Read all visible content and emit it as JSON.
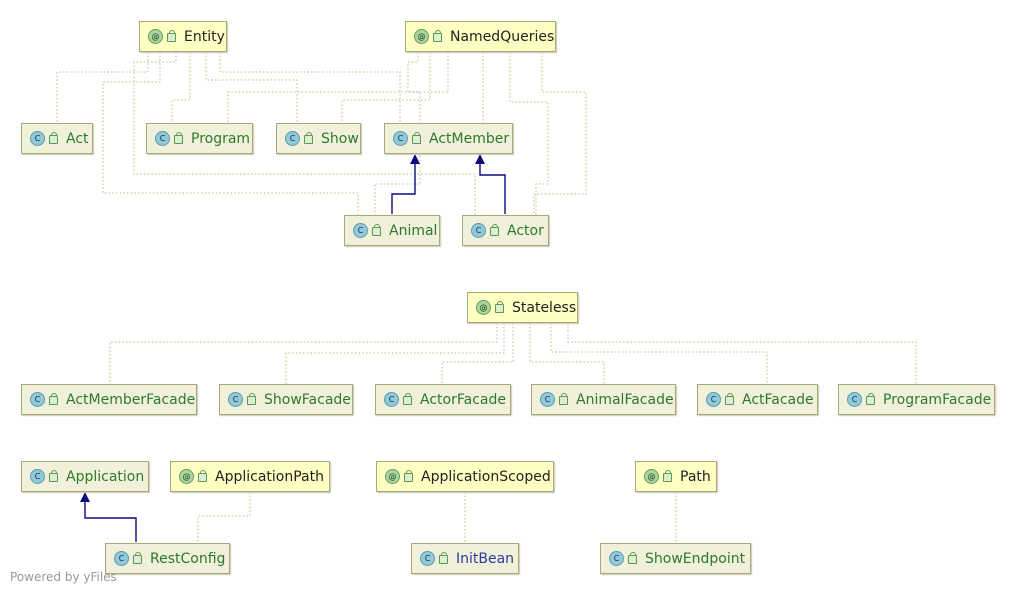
{
  "diagram": {
    "nodes": [
      {
        "id": "entity",
        "label": "Entity",
        "kind": "annotation",
        "icon": "annotation-icon"
      },
      {
        "id": "namedqueries",
        "label": "NamedQueries",
        "kind": "annotation",
        "icon": "annotation-icon"
      },
      {
        "id": "act",
        "label": "Act",
        "kind": "class",
        "icon": "class-icon"
      },
      {
        "id": "program",
        "label": "Program",
        "kind": "class",
        "icon": "class-icon"
      },
      {
        "id": "show",
        "label": "Show",
        "kind": "class",
        "icon": "class-icon"
      },
      {
        "id": "actmember",
        "label": "ActMember",
        "kind": "class",
        "icon": "class-icon"
      },
      {
        "id": "animal",
        "label": "Animal",
        "kind": "class",
        "icon": "class-icon"
      },
      {
        "id": "actor",
        "label": "Actor",
        "kind": "class",
        "icon": "class-icon"
      },
      {
        "id": "stateless",
        "label": "Stateless",
        "kind": "annotation",
        "icon": "annotation-icon"
      },
      {
        "id": "actmemberfacade",
        "label": "ActMemberFacade",
        "kind": "class",
        "icon": "class-icon"
      },
      {
        "id": "showfacade",
        "label": "ShowFacade",
        "kind": "class",
        "icon": "class-icon"
      },
      {
        "id": "actorfacade",
        "label": "ActorFacade",
        "kind": "class",
        "icon": "class-icon"
      },
      {
        "id": "animalfacade",
        "label": "AnimalFacade",
        "kind": "class",
        "icon": "class-icon"
      },
      {
        "id": "actfacade",
        "label": "ActFacade",
        "kind": "class",
        "icon": "class-icon"
      },
      {
        "id": "programfacade",
        "label": "ProgramFacade",
        "kind": "class",
        "icon": "class-icon"
      },
      {
        "id": "application",
        "label": "Application",
        "kind": "class",
        "icon": "class-icon"
      },
      {
        "id": "applicationpath",
        "label": "ApplicationPath",
        "kind": "annotation",
        "icon": "annotation-icon"
      },
      {
        "id": "applicationscoped",
        "label": "ApplicationScoped",
        "kind": "annotation",
        "icon": "annotation-icon"
      },
      {
        "id": "path",
        "label": "Path",
        "kind": "annotation",
        "icon": "annotation-icon"
      },
      {
        "id": "restconfig",
        "label": "RestConfig",
        "kind": "class",
        "icon": "class-icon"
      },
      {
        "id": "initbean",
        "label": "InitBean",
        "kind": "class",
        "icon": "class-icon"
      },
      {
        "id": "showendpoint",
        "label": "ShowEndpoint",
        "kind": "class",
        "icon": "class-icon"
      }
    ],
    "edges": [
      {
        "from": "animal",
        "to": "actmember",
        "type": "extends"
      },
      {
        "from": "actor",
        "to": "actmember",
        "type": "extends"
      },
      {
        "from": "restconfig",
        "to": "application",
        "type": "extends"
      },
      {
        "from": "entity",
        "to": "act",
        "type": "annotated"
      },
      {
        "from": "entity",
        "to": "program",
        "type": "annotated"
      },
      {
        "from": "entity",
        "to": "show",
        "type": "annotated"
      },
      {
        "from": "entity",
        "to": "actmember",
        "type": "annotated"
      },
      {
        "from": "entity",
        "to": "animal",
        "type": "annotated"
      },
      {
        "from": "entity",
        "to": "actor",
        "type": "annotated"
      },
      {
        "from": "namedqueries",
        "to": "program",
        "type": "annotated"
      },
      {
        "from": "namedqueries",
        "to": "show",
        "type": "annotated"
      },
      {
        "from": "namedqueries",
        "to": "actmember",
        "type": "annotated"
      },
      {
        "from": "namedqueries",
        "to": "animal",
        "type": "annotated"
      },
      {
        "from": "namedqueries",
        "to": "actor",
        "type": "annotated"
      },
      {
        "from": "stateless",
        "to": "actmemberfacade",
        "type": "annotated"
      },
      {
        "from": "stateless",
        "to": "showfacade",
        "type": "annotated"
      },
      {
        "from": "stateless",
        "to": "actorfacade",
        "type": "annotated"
      },
      {
        "from": "stateless",
        "to": "animalfacade",
        "type": "annotated"
      },
      {
        "from": "stateless",
        "to": "actfacade",
        "type": "annotated"
      },
      {
        "from": "stateless",
        "to": "programfacade",
        "type": "annotated"
      },
      {
        "from": "applicationpath",
        "to": "restconfig",
        "type": "annotated"
      },
      {
        "from": "applicationscoped",
        "to": "initbean",
        "type": "annotated"
      },
      {
        "from": "path",
        "to": "showendpoint",
        "type": "annotated"
      }
    ],
    "colors": {
      "annotation_fill": "#ffffc4",
      "class_fill": "#f1f1db",
      "class_text": "#2c7a2c",
      "inheritance": "#0a0a80",
      "annotation_link": "#c8c89a"
    }
  },
  "footer": {
    "text": "Powered by yFiles"
  }
}
